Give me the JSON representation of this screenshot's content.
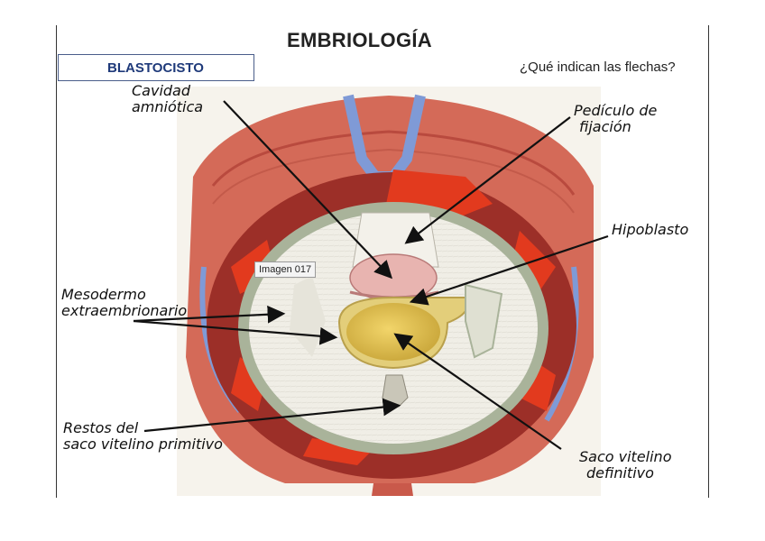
{
  "title": "EMBRIOLOGÍA",
  "box_label": "BLASTOCISTO",
  "question": "¿Qué indican las flechas?",
  "tooltip": "Imagen 017",
  "labels": {
    "cavidad": [
      "Cavidad",
      "amniótica"
    ],
    "pediculo": [
      "Pedículo de",
      "fijación"
    ],
    "hipoblasto": "Hipoblasto",
    "mesodermo": [
      "Mesodermo",
      "extraembrionario"
    ],
    "restos": [
      "Restos del",
      "saco vitelino primitivo"
    ],
    "saco": [
      "Saco vitelino",
      "definitivo"
    ]
  },
  "colors": {
    "uterine_tissue": "#d46a58",
    "red_vessels": "#e23a1e",
    "veins": "#7f9ad6",
    "trophoblast": "#9c2f28",
    "mesoderm": "#a9b39a",
    "cavity": "#eeece4",
    "yolk_sac": "#e2c14c",
    "amnion": "#e8b4b0"
  }
}
